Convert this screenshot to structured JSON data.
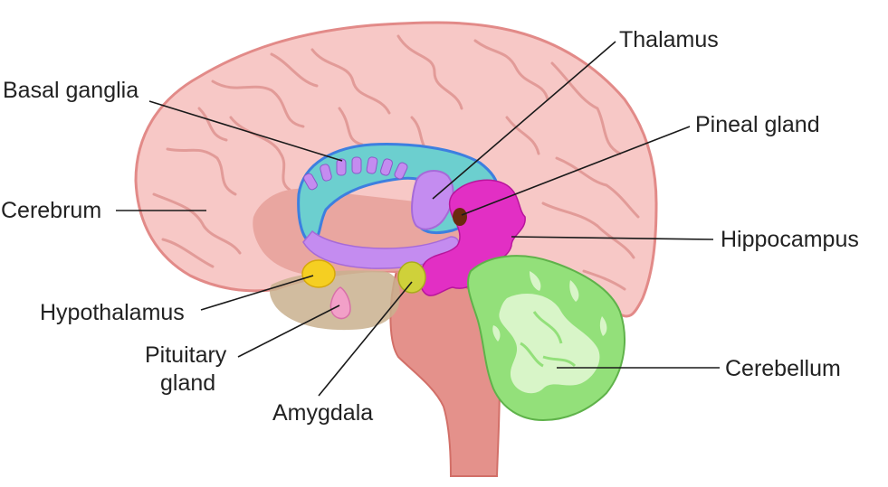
{
  "labels": {
    "basal_ganglia": "Basal ganglia",
    "thalamus": "Thalamus",
    "pineal_gland": "Pineal gland",
    "cerebrum": "Cerebrum",
    "hippocampus": "Hippocampus",
    "hypothalamus": "Hypothalamus",
    "pituitary_line1": "Pituitary",
    "pituitary_line2": "gland",
    "amygdala": "Amygdala",
    "cerebellum": "Cerebellum"
  },
  "colors": {
    "cerebrum_fill": "#f7c8c6",
    "cerebrum_stroke": "#e28a88",
    "inner_region": "#e9a6a0",
    "brainstem": "#e4918b",
    "basal_ganglia_fill": "#6ccfcf",
    "basal_ganglia_stroke": "#3d7fe0",
    "thalamus_fill": "#c48cf0",
    "hippocampus_fill": "#e22fc4",
    "pineal_fill": "#6b2a0e",
    "hypothalamus_fill": "#f5cf22",
    "amygdala_fill": "#cfd13a",
    "pituitary_fill": "#f2a0c8",
    "pituitary_region": "#c9b08e",
    "cerebellum_fill": "#93e07a",
    "cerebellum_inner": "#d8f5c8",
    "leader_line": "#1a1a1a"
  }
}
